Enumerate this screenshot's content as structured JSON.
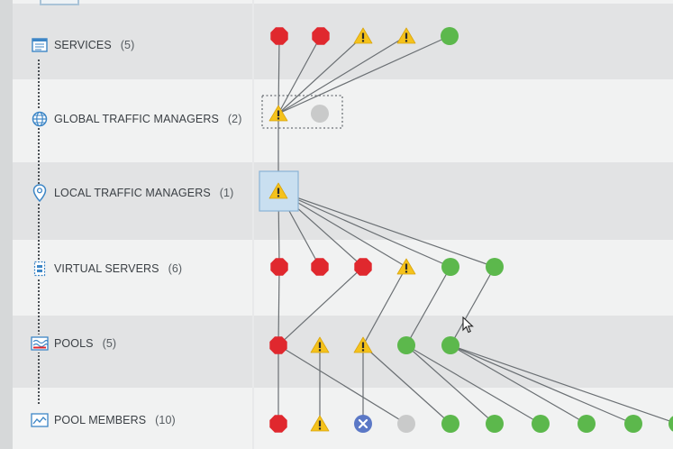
{
  "rows": [
    {
      "label": "SERVICES",
      "count": "(5)",
      "icon": "services-window-icon"
    },
    {
      "label": "GLOBAL TRAFFIC MANAGERS",
      "count": "(2)",
      "icon": "globe-icon"
    },
    {
      "label": "LOCAL TRAFFIC MANAGERS",
      "count": "(1)",
      "icon": "map-pin-icon"
    },
    {
      "label": "VIRTUAL SERVERS",
      "count": "(6)",
      "icon": "virtual-server-icon"
    },
    {
      "label": "POOLS",
      "count": "(5)",
      "icon": "pool-icon"
    },
    {
      "label": "POOL MEMBERS",
      "count": "(10)",
      "icon": "pool-members-chart-icon"
    }
  ],
  "statuses": {
    "error": "error-red-octagon-icon",
    "warning": "warning-yellow-triangle-icon",
    "ok": "ok-green-circle-icon",
    "unknown": "unknown-gray-circle-icon",
    "disabled": "disabled-blue-x-icon"
  },
  "tiers": [
    {
      "name": "services",
      "nodes": [
        "error",
        "error",
        "warning",
        "warning",
        "ok"
      ]
    },
    {
      "name": "global-traffic-managers",
      "nodes": [
        "warning",
        "unknown"
      ]
    },
    {
      "name": "local-traffic-managers",
      "nodes": [
        "warning"
      ]
    },
    {
      "name": "virtual-servers",
      "nodes": [
        "error",
        "error",
        "error",
        "warning",
        "ok",
        "ok"
      ]
    },
    {
      "name": "pools",
      "nodes": [
        "error",
        "warning",
        "warning",
        "ok",
        "ok"
      ]
    },
    {
      "name": "pool-members",
      "nodes": [
        "error",
        "warning",
        "disabled",
        "unknown",
        "ok",
        "ok",
        "ok",
        "ok",
        "ok",
        "ok"
      ]
    }
  ],
  "colors": {
    "error": "#e0282e",
    "warning": "#f5c21b",
    "ok": "#5cb84c",
    "unknown": "#c9caca",
    "disabled": "#5b78c6",
    "link": "#6a6f73",
    "icon": "#3d86c6"
  }
}
